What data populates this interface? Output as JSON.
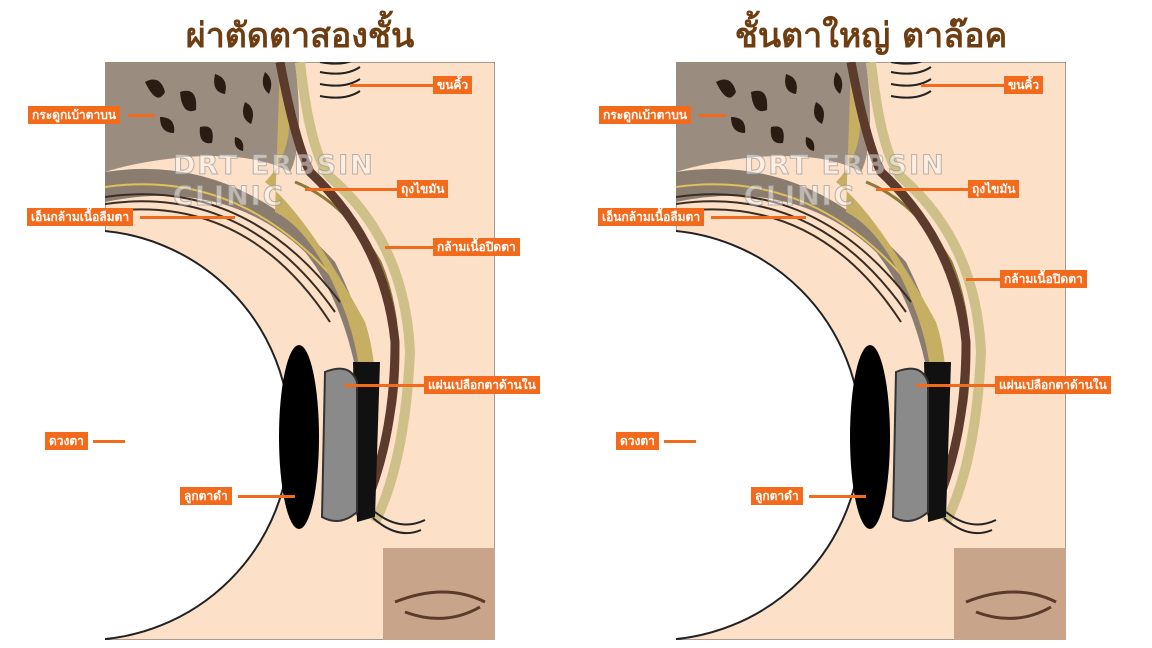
{
  "panels": [
    {
      "title": "ผ่าตัดตาสองชั้น",
      "watermark": "DRT ERBSIN CLINIC",
      "labels": {
        "eyebrow": "ขนคิ้ว",
        "orbital_bone": "กระดูกเบ้าตาบน",
        "fat_pad": "ถุงไขมัน",
        "levator_tendon": "เอ็นกล้ามเนื้อลืมตา",
        "orbicularis": "กล้ามเนื้อปิดตา",
        "tarsal_plate": "แผ่นเปลือกตาด้านใน",
        "eyeball": "ดวงตา",
        "iris": "ลูกตาดำ"
      }
    },
    {
      "title": "ชั้นตาใหญ่ ตาล๊อค",
      "watermark": "DRT ERBSIN CLINIC",
      "labels": {
        "eyebrow": "ขนคิ้ว",
        "orbital_bone": "กระดูกเบ้าตาบน",
        "fat_pad": "ถุงไขมัน",
        "levator_tendon": "เอ็นกล้ามเนื้อลืมตา",
        "orbicularis": "กล้ามเนื้อปิดตา",
        "tarsal_plate": "แผ่นเปลือกตาด้านใน",
        "eyeball": "ดวงตา",
        "iris": "ลูกตาดำ"
      }
    }
  ],
  "colors": {
    "label_bg": "#f26a1b",
    "title": "#6e3d12",
    "skin": "#fde0c8"
  }
}
